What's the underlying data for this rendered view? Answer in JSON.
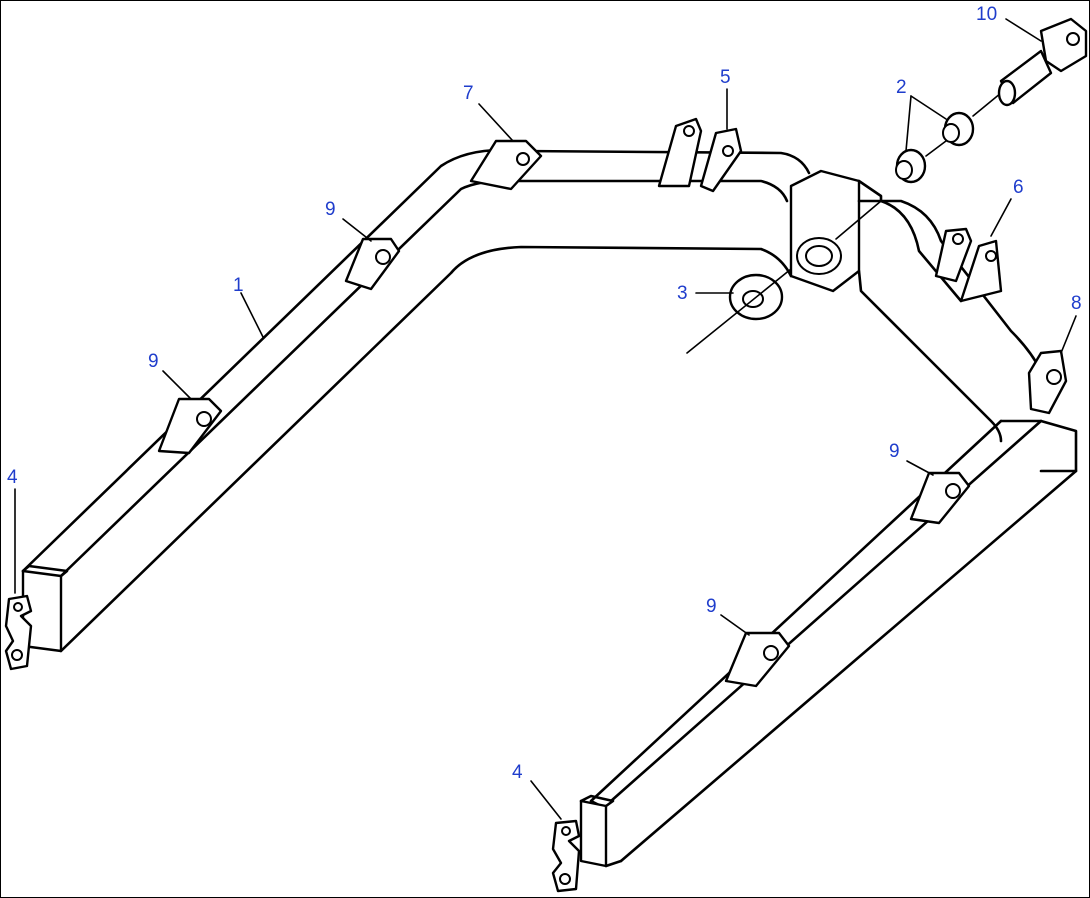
{
  "diagram": {
    "callouts": [
      {
        "id": "c1",
        "label": "1"
      },
      {
        "id": "c2",
        "label": "2"
      },
      {
        "id": "c3",
        "label": "3"
      },
      {
        "id": "c4a",
        "label": "4"
      },
      {
        "id": "c4b",
        "label": "4"
      },
      {
        "id": "c5",
        "label": "5"
      },
      {
        "id": "c6",
        "label": "6"
      },
      {
        "id": "c7",
        "label": "7"
      },
      {
        "id": "c8",
        "label": "8"
      },
      {
        "id": "c9a",
        "label": "9"
      },
      {
        "id": "c9b",
        "label": "9"
      },
      {
        "id": "c9c",
        "label": "9"
      },
      {
        "id": "c9d",
        "label": "9"
      },
      {
        "id": "c10",
        "label": "10"
      }
    ]
  }
}
